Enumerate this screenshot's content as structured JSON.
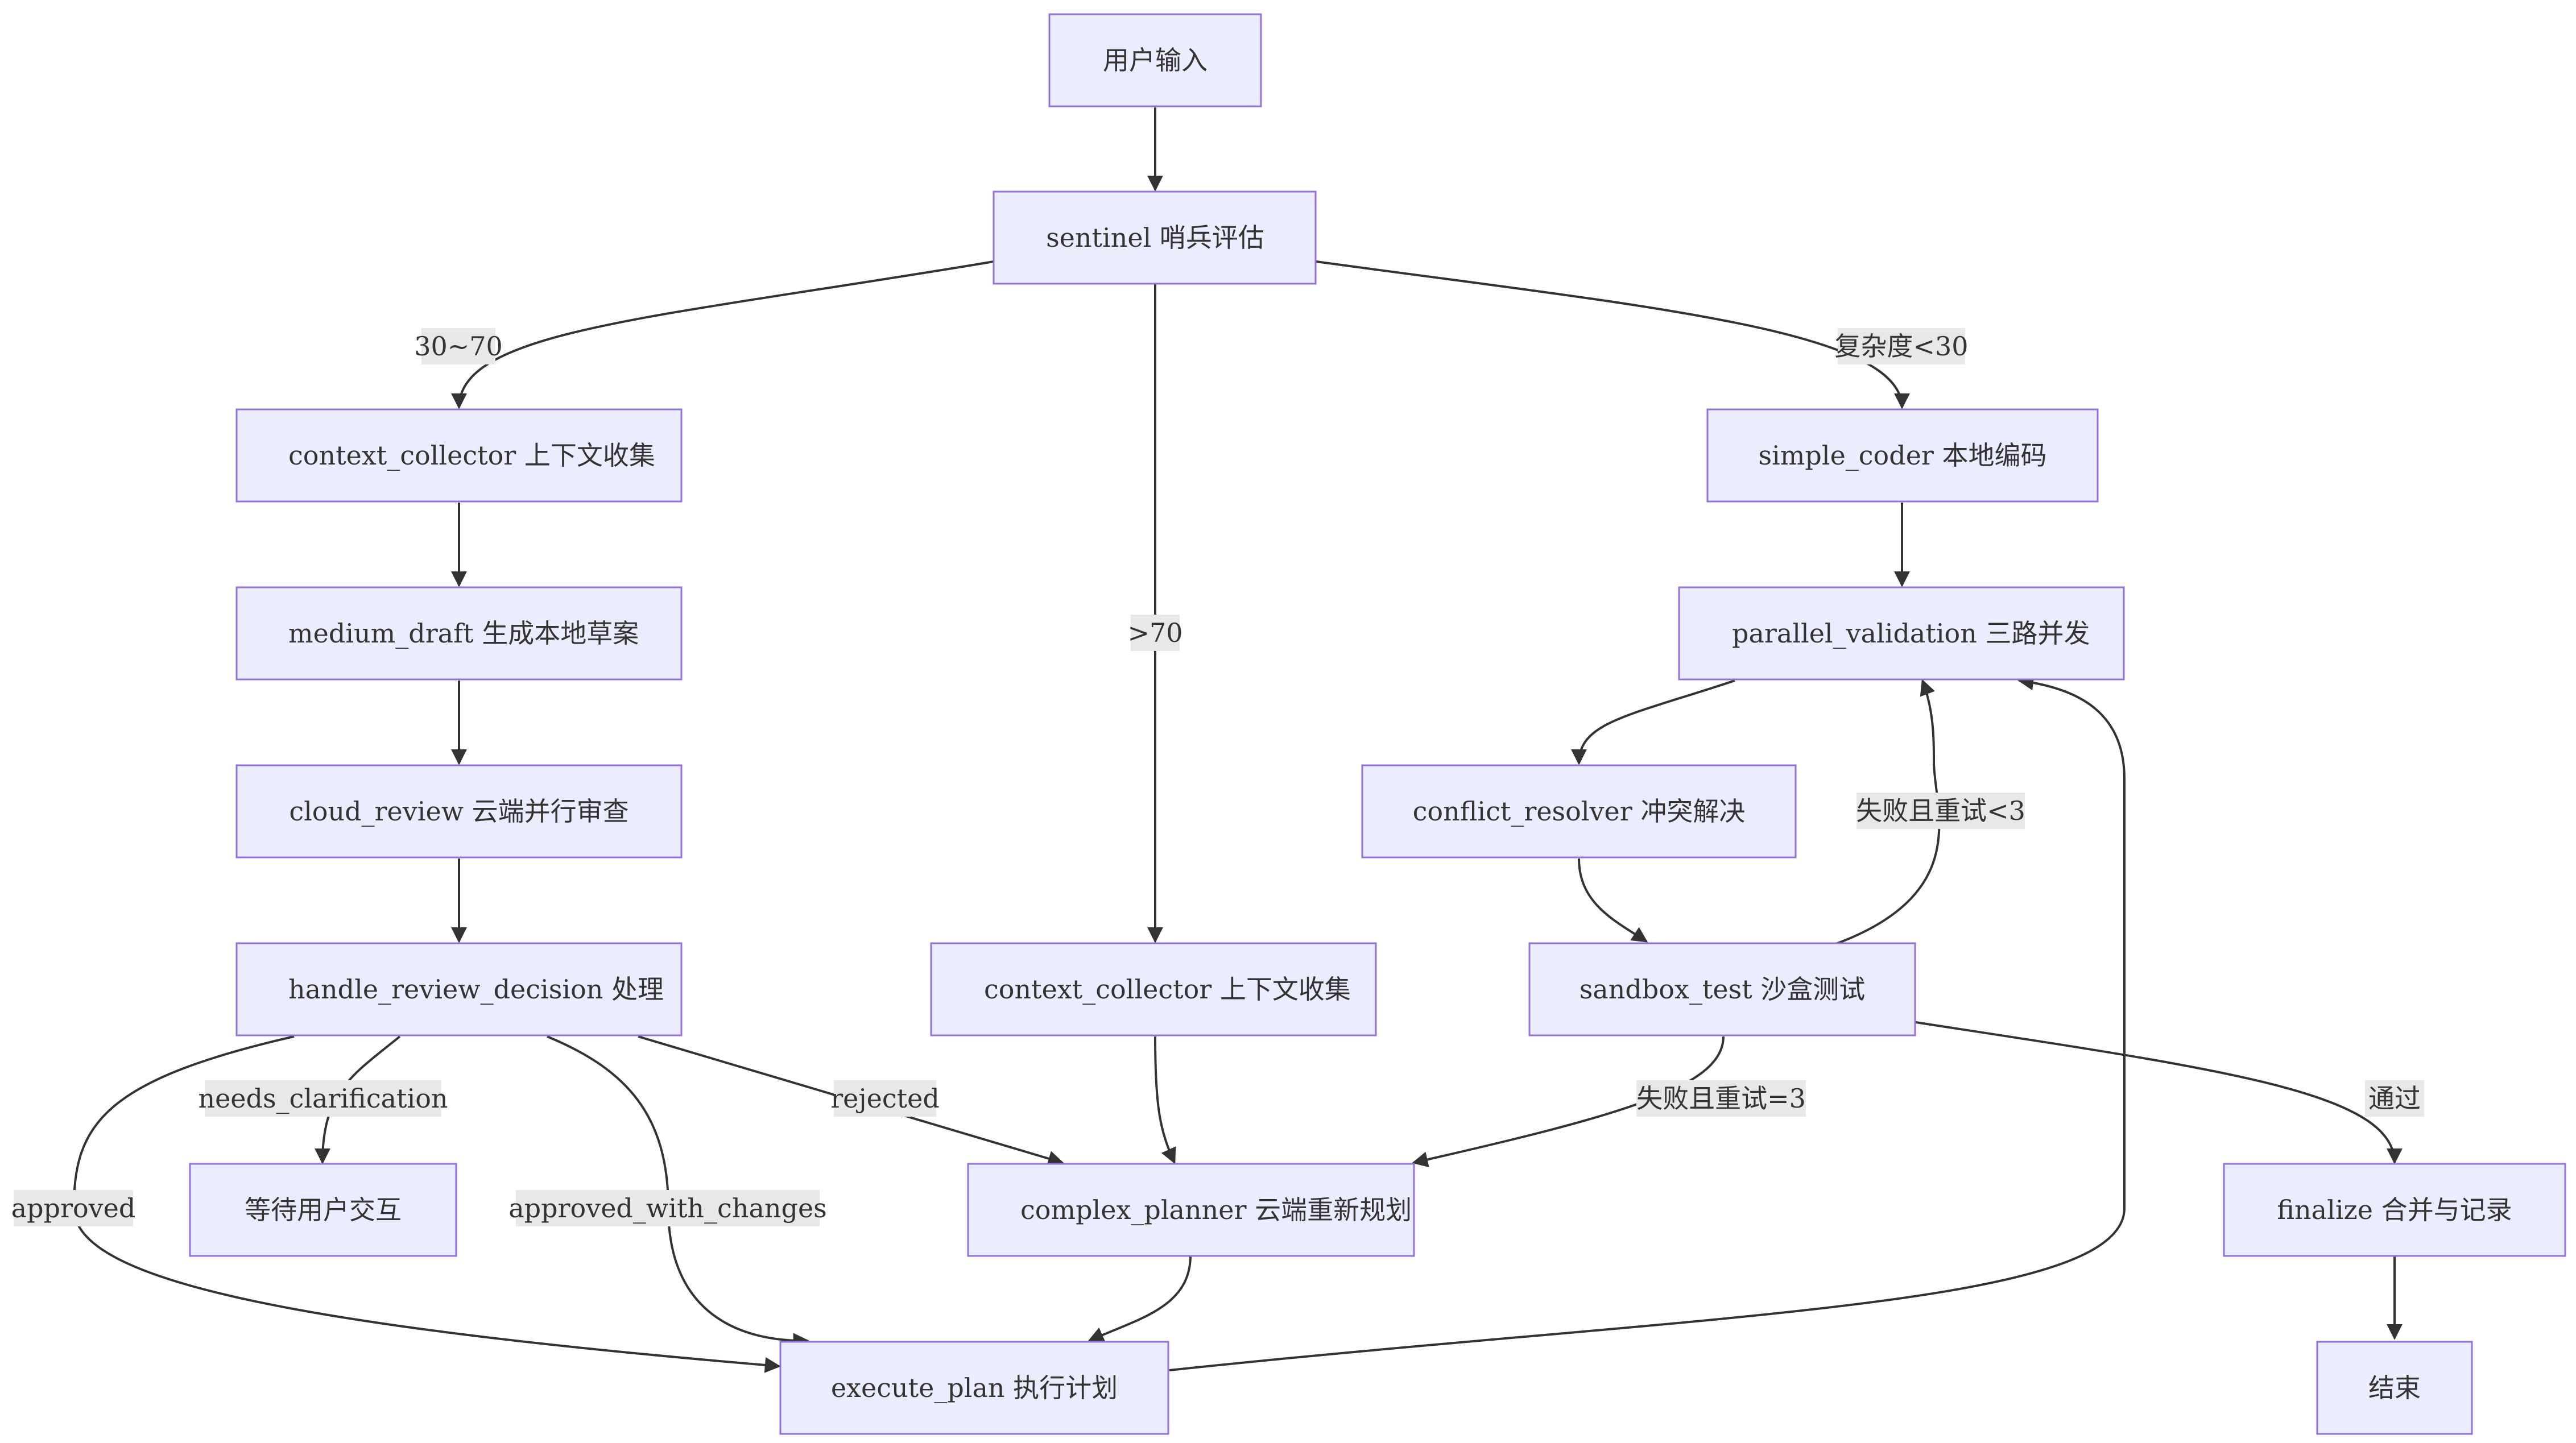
{
  "nodes": {
    "user_input": "用户输入",
    "sentinel": "sentinel 哨兵评估",
    "context_collector_left": "context_collector 上下文收集",
    "simple_coder": "simple_coder 本地编码",
    "medium_draft": "medium_draft 生成本地草案",
    "parallel_validation": "parallel_validation 三路并发",
    "cloud_review": "cloud_review 云端并行审查",
    "conflict_resolver": "conflict_resolver 冲突解决",
    "handle_review_decision": "handle_review_decision 处理",
    "context_collector_mid": "context_collector 上下文收集",
    "sandbox_test": "sandbox_test 沙盒测试",
    "wait_user": "等待用户交互",
    "complex_planner": "complex_planner 云端重新规划",
    "finalize": "finalize 合并与记录",
    "execute_plan": "execute_plan 执行计划",
    "end": "结束"
  },
  "edge_labels": {
    "mid_complexity": "30~70",
    "low_complexity": "复杂度<30",
    "high_complexity": ">70",
    "fail_retry_lt3": "失败且重试<3",
    "needs_clarification": "needs_clarification",
    "rejected": "rejected",
    "fail_retry_eq3": "失败且重试=3",
    "passed": "通过",
    "approved": "approved",
    "approved_with_changes": "approved_with_changes"
  },
  "colors": {
    "node_fill": "#ECECFF",
    "node_stroke": "#9370DB",
    "edge": "#333333",
    "label_bg": "#e8e8e8"
  }
}
